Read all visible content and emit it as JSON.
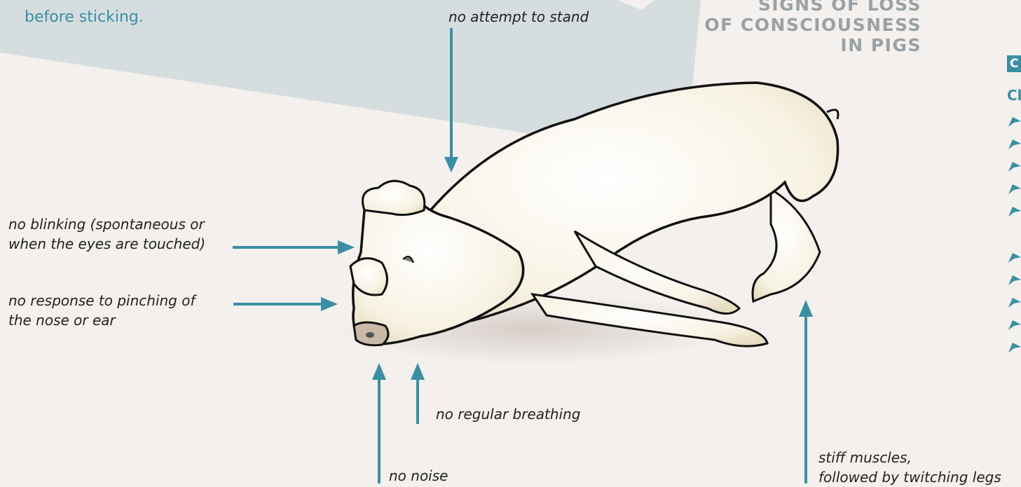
{
  "intro_text": "before sticking.",
  "title": "SIGNS OF LOSS\nOF CONSCIOUSNESS\nIN PIGS",
  "signs": {
    "stand": "no attempt to stand",
    "blinking": "no blinking (spontaneous or\nwhen the eyes are touched)",
    "pinching": "no response to pinching of\nthe nose or ear",
    "breathing": "no regular breathing",
    "noise": "no noise",
    "muscles": "stiff muscles,\nfollowed by twitching legs"
  },
  "side_panel": {
    "badge": "C",
    "heading": "Cl"
  },
  "colors": {
    "accent": "#3b8fa3",
    "band": "#d3dadd",
    "title": "#9aa1a5",
    "background": "#f3f0ed"
  }
}
